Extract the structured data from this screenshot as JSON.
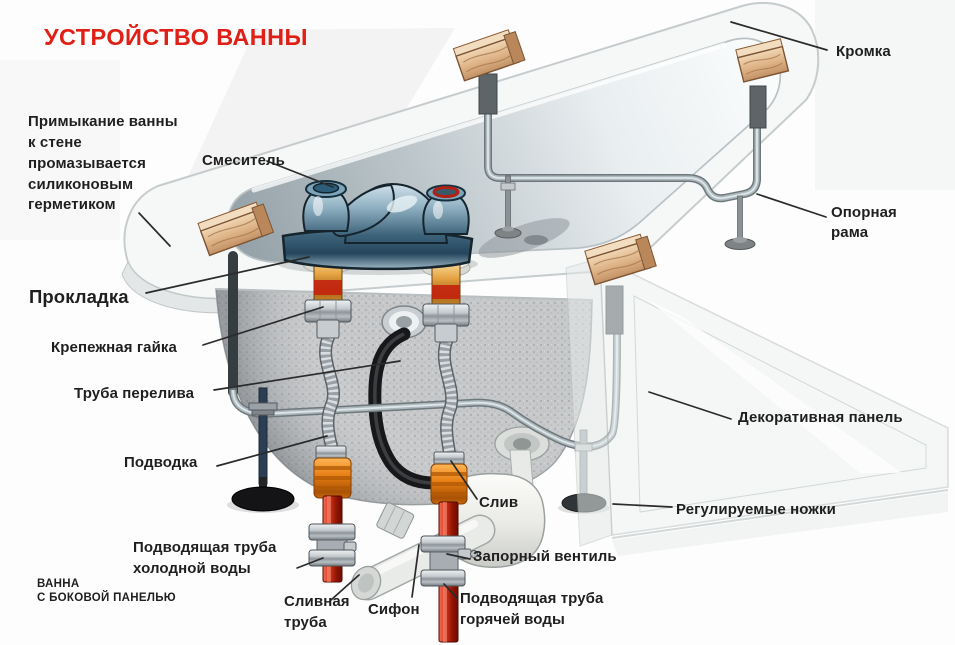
{
  "title": {
    "text": "УСТРОЙСТВО ВАННЫ"
  },
  "labels": {
    "wall_seal": {
      "text": "Примыкание ванны\nк стене\nпромазывается\nсиликоновым\nгерметиком"
    },
    "mixer": {
      "text": "Смеситель"
    },
    "edge": {
      "text": "Кромка"
    },
    "support_frame": {
      "text": "Опорная\nрама"
    },
    "gasket": {
      "text": "Прокладка"
    },
    "mounting_nut": {
      "text": "Крепежная гайка"
    },
    "overflow_pipe": {
      "text": "Труба перелива"
    },
    "decor_panel": {
      "text": "Декоративная панель"
    },
    "supply_hose": {
      "text": "Подводка"
    },
    "drain": {
      "text": "Слив"
    },
    "adjustable_feet": {
      "text": "Регулируемые ножки"
    },
    "cold_supply": {
      "text": "Подводящая труба\nхолодной воды"
    },
    "shutoff_valve": {
      "text": "Запорный вентиль"
    },
    "bath_caption": {
      "text": "ВАННА\nС БОКОВОЙ ПАНЕЛЬЮ"
    },
    "drain_pipe": {
      "text": "Сливная\nтруба"
    },
    "siphon": {
      "text": "Сифон"
    },
    "hot_supply": {
      "text": "Подводящая труба\nгорячей воды"
    }
  },
  "colors": {
    "title_red": "#df2017",
    "label_text": "#1f1f1f",
    "leader_line": "#2b2b2b",
    "tub_white": "#f6f8f8",
    "bowl_gray": "#c3c5c7",
    "faucet_steel": "#6f95aa",
    "brass_fitting": "#e0a040",
    "valve_orange": "#e67d12",
    "supply_pipe_red": "#cc2d12",
    "overflow_pipe_black": "#1a1b1d",
    "siphon_white": "#efefec",
    "frame_gray": "#9fa9ad",
    "wood_block": "#ddb184"
  }
}
